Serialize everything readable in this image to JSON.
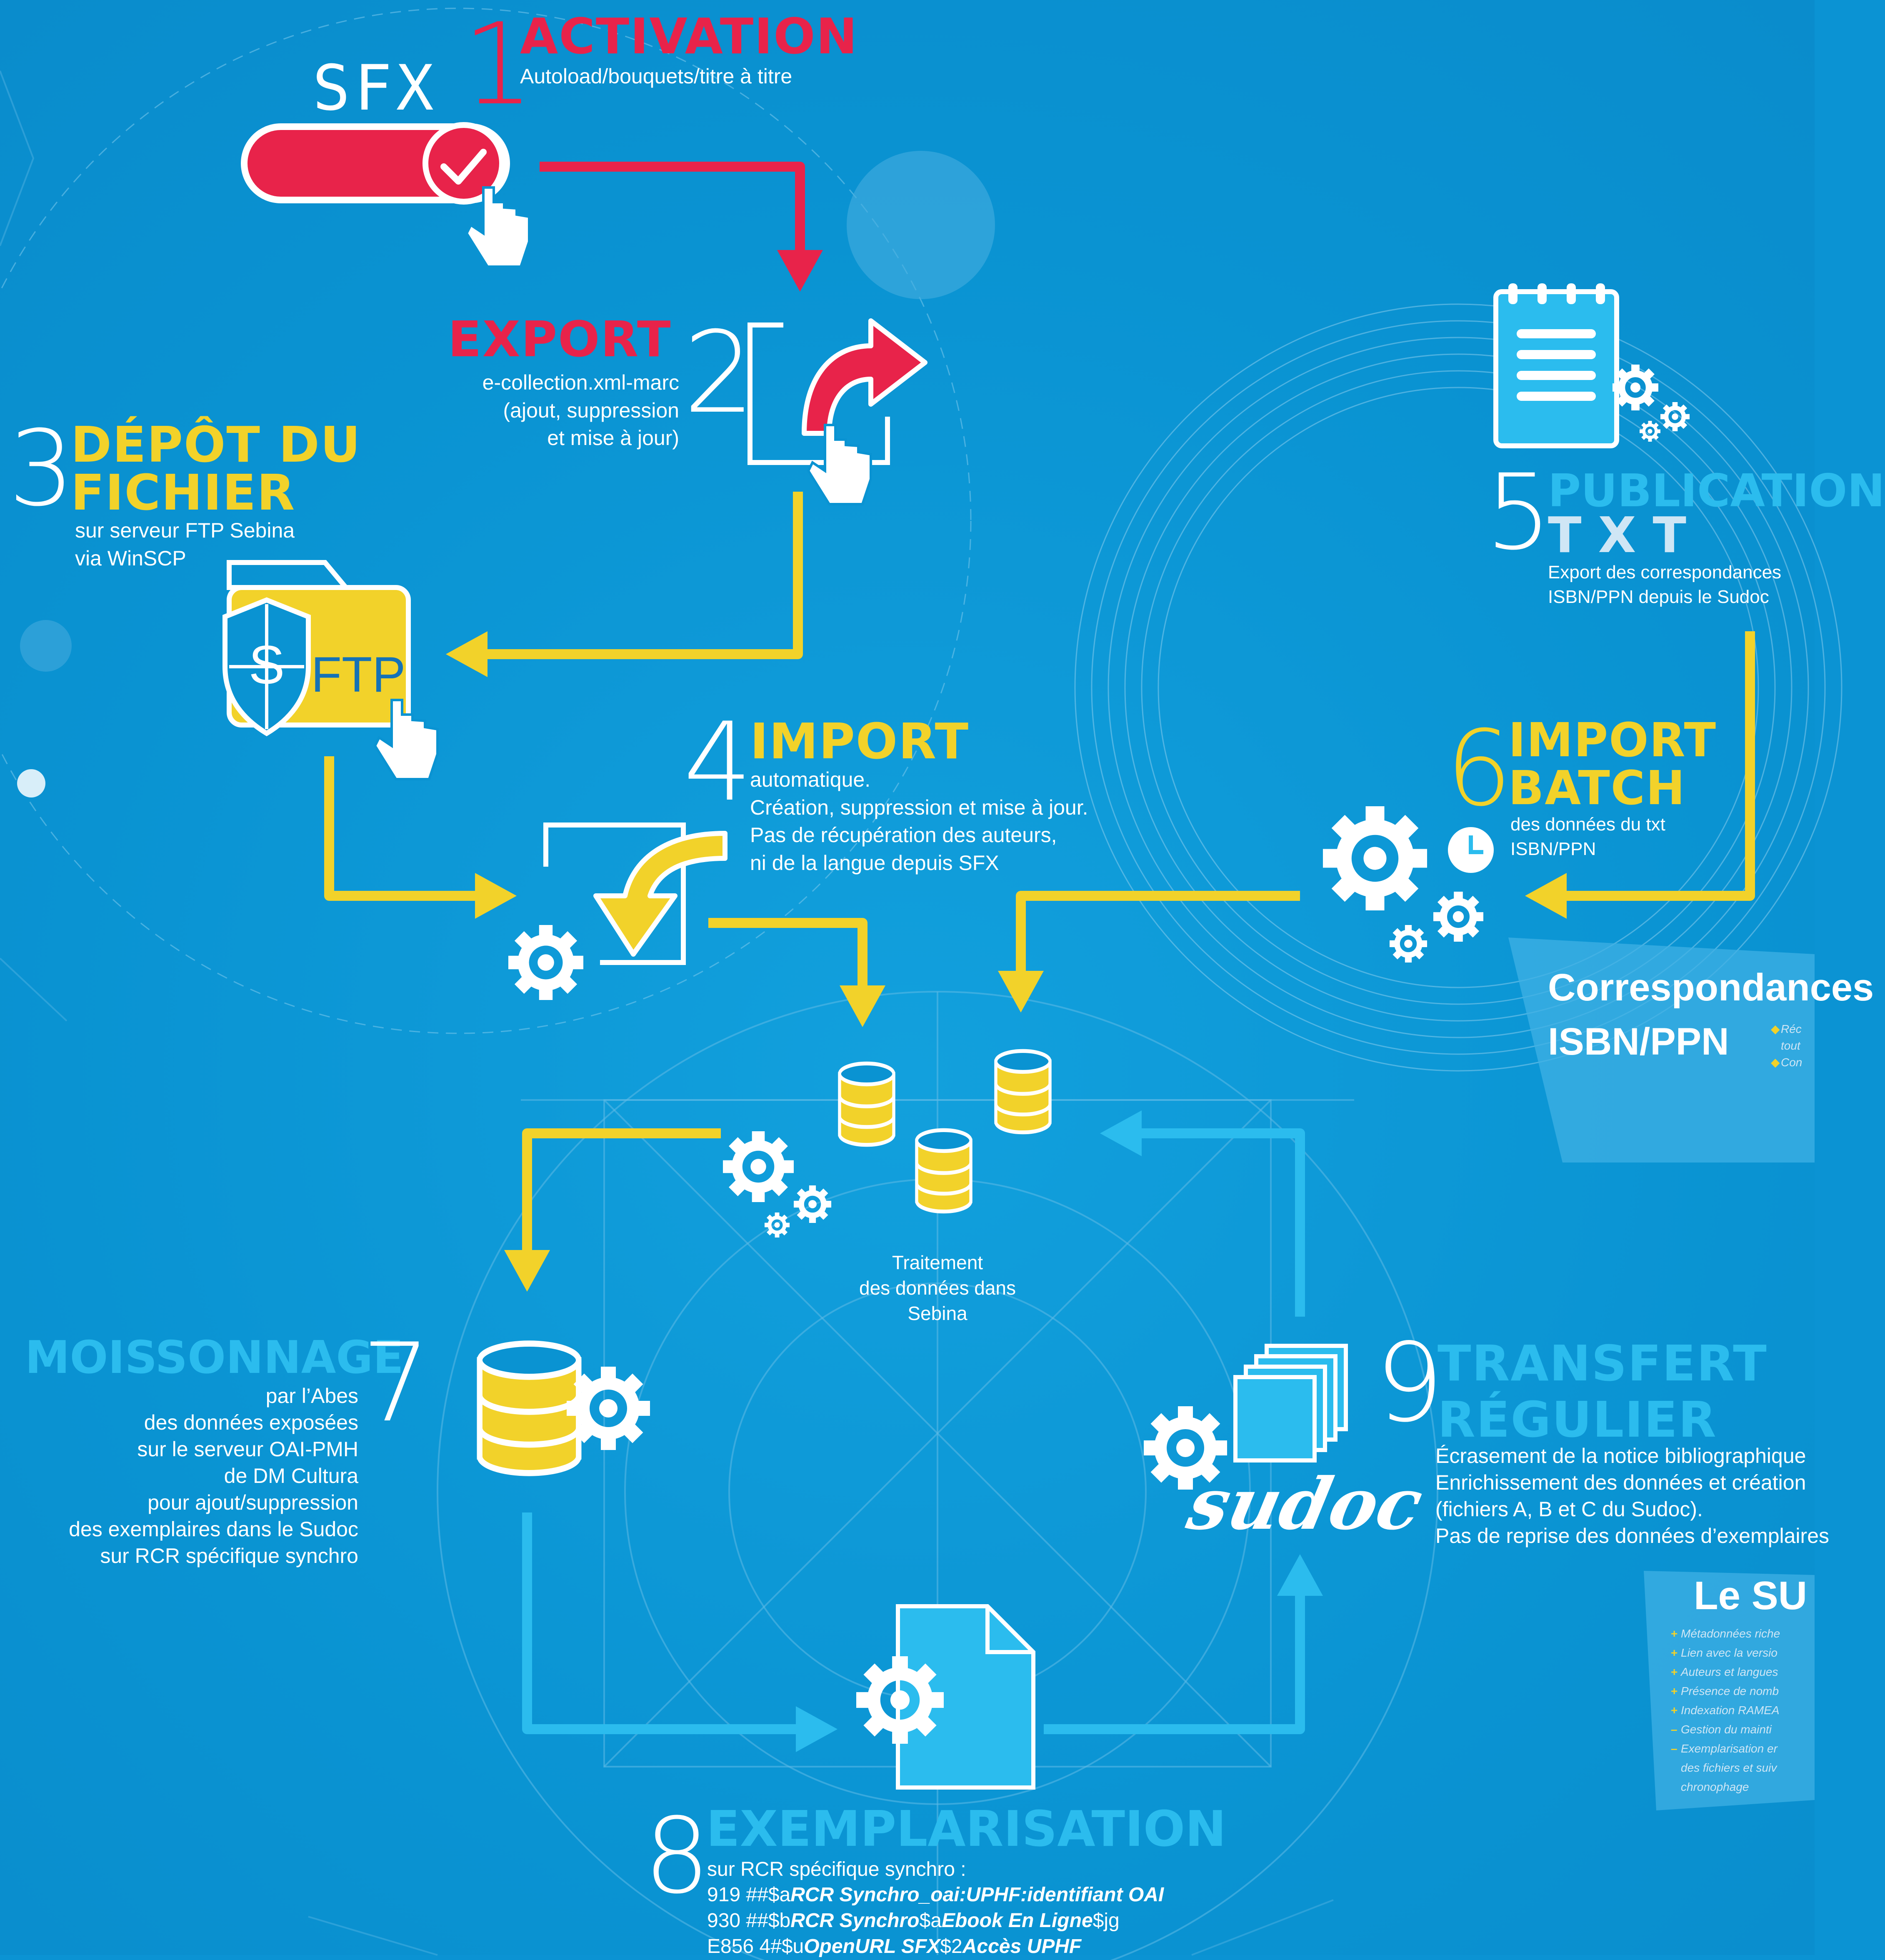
{
  "colors": {
    "background": "#0b93d3",
    "red": "#e8234a",
    "yellow": "#f2d22a",
    "cyan": "#2bbcee",
    "white": "#ffffff"
  },
  "icons": [
    "toggle-check-icon",
    "hand-pointer-icon",
    "export-arrow-icon",
    "ftp-folder-icon",
    "shield-icon",
    "import-arrow-icon",
    "gear-icon",
    "database-icon",
    "notepad-icon",
    "clock-icon",
    "document-gear-icon",
    "stacked-pages-icon",
    "sudoc-logo"
  ],
  "step1": {
    "number": "1",
    "title": "ACTIVATION",
    "subtitle": "Autoload/bouquets/titre à titre",
    "logo": "SFX"
  },
  "step2": {
    "number": "2",
    "title": "EXPORT",
    "lines": [
      "e-collection.xml-marc",
      "(ajout, suppression",
      "et mise à jour)"
    ]
  },
  "step3": {
    "number": "3",
    "title_lines": [
      "DÉPÔT DU",
      "FICHIER"
    ],
    "lines": [
      "sur serveur FTP Sebina",
      "via WinSCP"
    ],
    "icon_label_s": "S",
    "icon_label_ftp": "FTP"
  },
  "step4": {
    "number": "4",
    "title": "IMPORT",
    "lines": [
      "automatique.",
      "Création, suppression et mise à jour.",
      "Pas de récupération des auteurs,",
      "ni de la langue depuis SFX"
    ]
  },
  "step5": {
    "number": "5",
    "title": "PUBLICATION",
    "title2": "TXT",
    "lines": [
      "Export des correspondances",
      "ISBN/PPN depuis le Sudoc"
    ]
  },
  "step6": {
    "number": "6",
    "title_lines": [
      "IMPORT",
      "BATCH"
    ],
    "lines": [
      "des données du txt",
      "ISBN/PPN"
    ]
  },
  "panel_corr": {
    "title_lines": [
      "Correspondances",
      "ISBN/PPN"
    ],
    "items": [
      "Réc",
      "tout",
      "Con"
    ]
  },
  "center": {
    "lines": [
      "Traitement",
      "des données dans",
      "Sebina"
    ]
  },
  "step7": {
    "number": "7",
    "title": "MOISSONNAGE",
    "lines": [
      "par l’Abes",
      "des données exposées",
      "sur le serveur OAI-PMH",
      "de DM Cultura",
      "pour ajout/suppression",
      "des exemplaires dans le Sudoc",
      "sur RCR spécifique synchro"
    ]
  },
  "step8": {
    "number": "8",
    "title": "EXEMPLARISATION",
    "intro": "sur RCR spécifique synchro :",
    "code_lines": [
      {
        "prefix": "919 ##$a",
        "bold1": "RCR Synchro_oai:UPHF:identifiant OAI",
        "mid": "",
        "bold2": "",
        "suffix": ""
      },
      {
        "prefix": "930 ##$b",
        "bold1": "RCR Synchro",
        "mid": "$a",
        "bold2": "Ebook En Ligne",
        "suffix": "$jg"
      },
      {
        "prefix": "E856 4#$u",
        "bold1": "OpenURL SFX",
        "mid": "$2",
        "bold2": "Accès UPHF",
        "suffix": ""
      }
    ]
  },
  "step9": {
    "number": "9",
    "title_lines": [
      "TRANSFERT",
      "RÉGULIER"
    ],
    "lines": [
      "Écrasement de la notice bibliographique",
      "Enrichissement des données et création",
      "(fichiers A, B et C du Sudoc).",
      "Pas de reprise des données d’exemplaires"
    ],
    "logo": "sudoc"
  },
  "panel_su": {
    "title": "Le SU",
    "items": [
      {
        "mark": "+",
        "text": "Métadonnées riche"
      },
      {
        "mark": "+",
        "text": "Lien avec la versio"
      },
      {
        "mark": "+",
        "text": "Auteurs et langues"
      },
      {
        "mark": "+",
        "text": "Présence de nomb"
      },
      {
        "mark": "+",
        "text": "Indexation RAMEA"
      },
      {
        "mark": "–",
        "text": "Gestion du mainti"
      },
      {
        "mark": "–",
        "text": "Exemplarisation er"
      },
      {
        "mark": "",
        "text": "des fichiers et suiv"
      },
      {
        "mark": "",
        "text": "chronophage"
      }
    ]
  }
}
